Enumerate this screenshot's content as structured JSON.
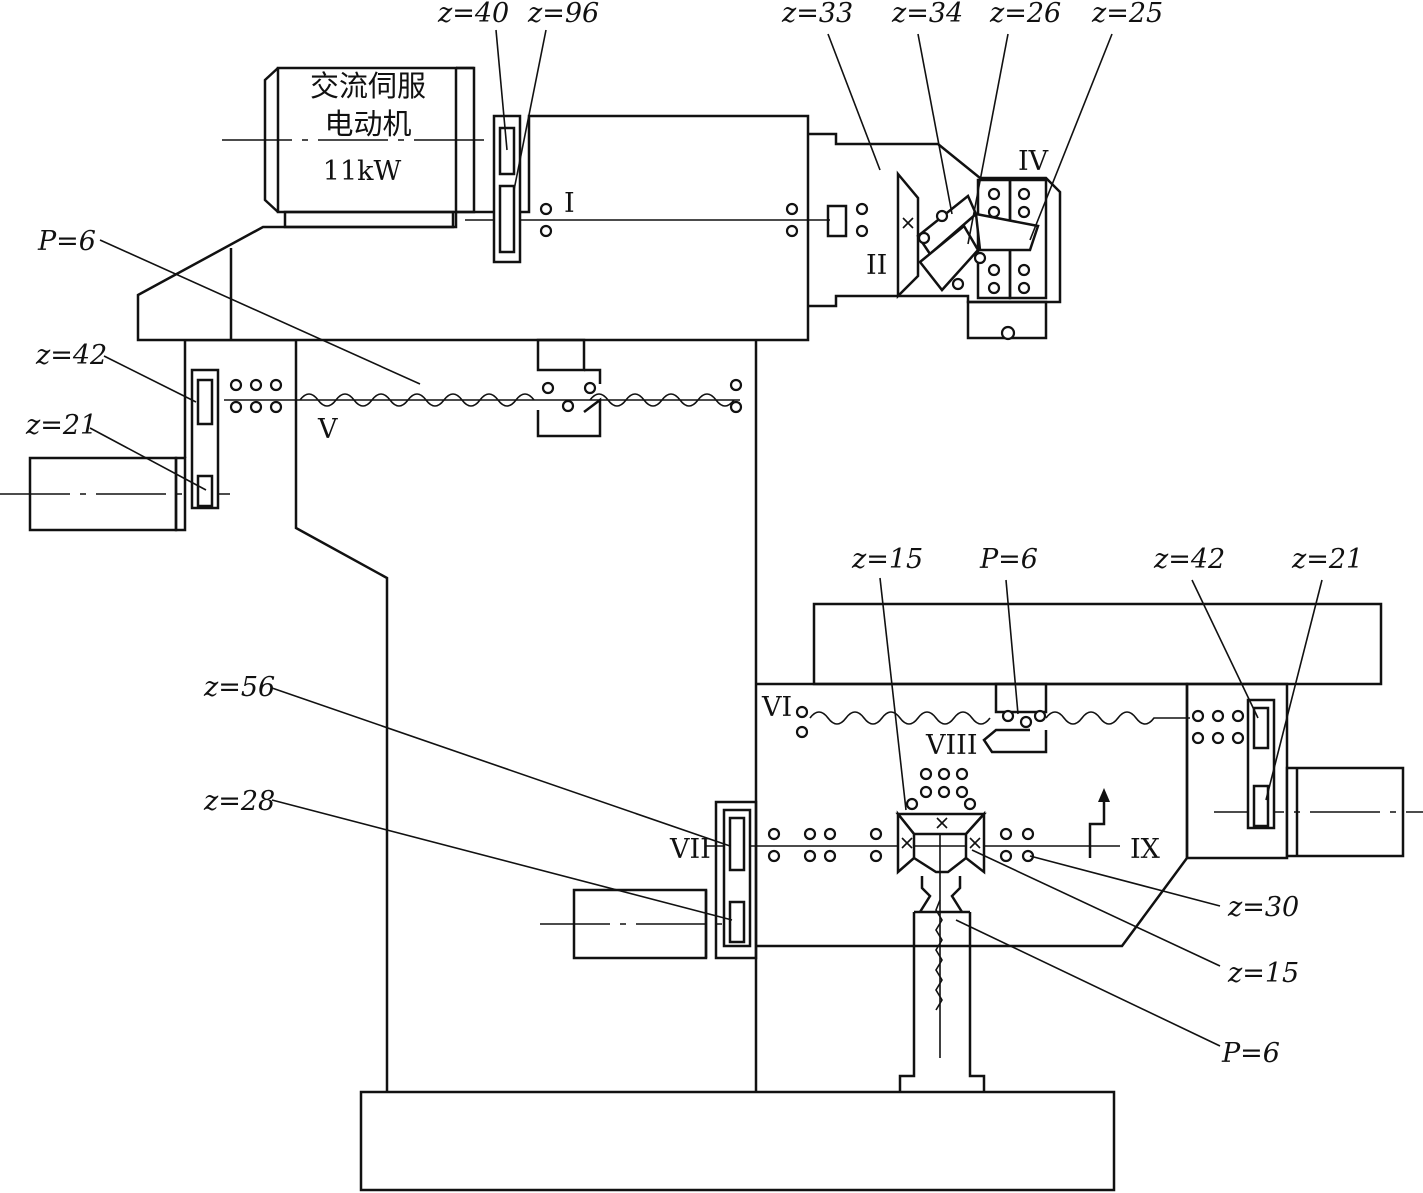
{
  "motor": {
    "line1": "交流伺服",
    "line2": "电动机",
    "power": "11kW"
  },
  "shafts": {
    "s1": "I",
    "s2": "II",
    "s4": "IV",
    "s5": "V",
    "s6": "VI",
    "s7": "VII",
    "s8": "VIII",
    "s9": "IX"
  },
  "labels": {
    "z40": "z=40",
    "z96": "z=96",
    "z33": "z=33",
    "z34": "z=34",
    "z26": "z=26",
    "z25": "z=25",
    "p6_top": "P=6",
    "z42_left": "z=42",
    "z21_left": "z=21",
    "z15_top": "z=15",
    "p6_mid": "P=6",
    "z42_right": "z=42",
    "z21_right": "z=21",
    "z56": "z=56",
    "z28": "z=28",
    "z30": "z=30",
    "z15_bot": "z=15",
    "p6_bot": "P=6"
  }
}
